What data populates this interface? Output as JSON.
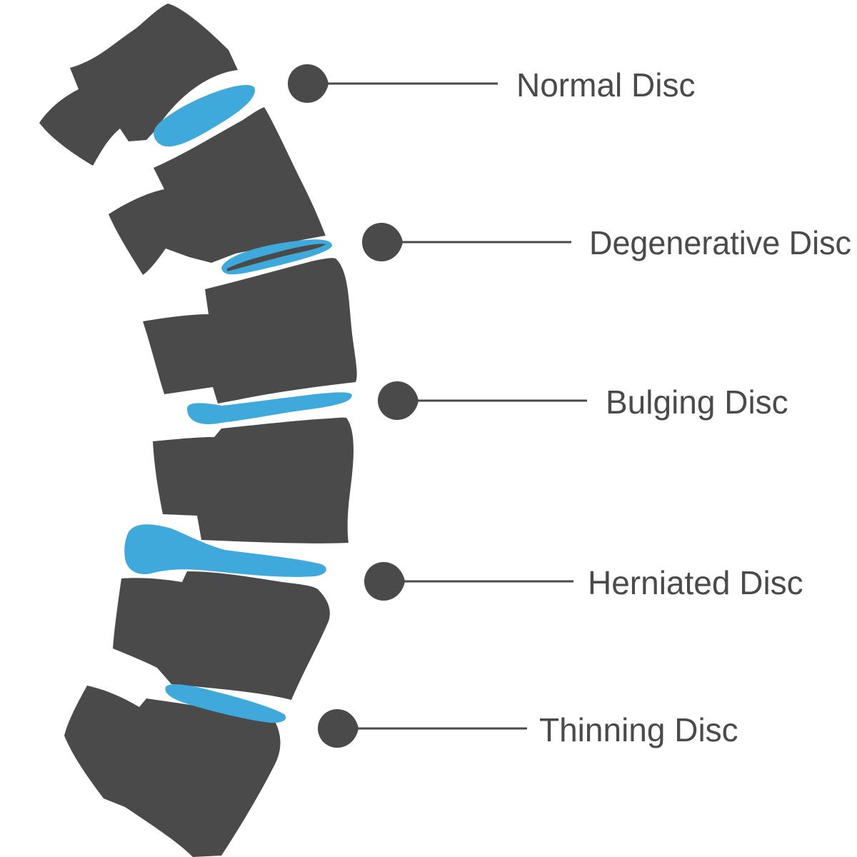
{
  "colors": {
    "bone": "#4a4a4a",
    "disc": "#3fa9dc",
    "background": "#ffffff",
    "leader": "#4a4a4a"
  },
  "labels": {
    "normal": "Normal Disc",
    "degenerative": "Degenerative Disc",
    "bulging": "Bulging Disc",
    "herniated": "Herniated Disc",
    "thinning": "Thinning Disc"
  }
}
